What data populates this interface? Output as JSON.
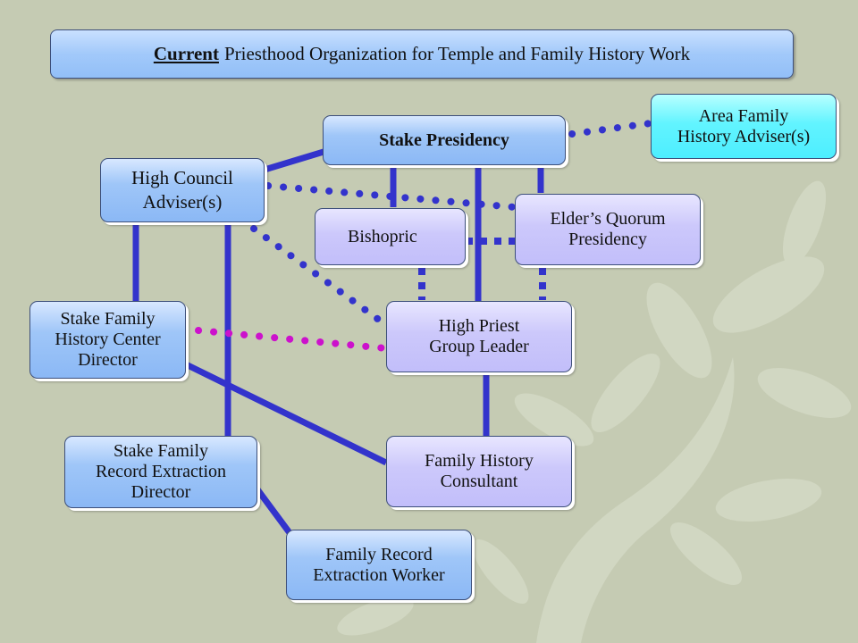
{
  "title": {
    "emphasis": "Current",
    "rest": "Priesthood Organization for Temple and Family History Work"
  },
  "colors": {
    "solid_connector": "#3333cc",
    "dotted_connector": "#3333cc",
    "center_dotted_connector": "#cc11cc",
    "box_blue": "#8bb8f5",
    "box_lavender": "#c2befa",
    "box_cyan": "#4deeff",
    "background": "#c5cbb3"
  },
  "boxes": {
    "stake_presidency": {
      "lines": [
        "Stake Presidency"
      ]
    },
    "area_adviser": {
      "lines": [
        "Area Family",
        "History Adviser(s)"
      ]
    },
    "high_council": {
      "lines": [
        "High Council",
        "Adviser(s)"
      ]
    },
    "bishopric": {
      "lines": [
        "Bishopric"
      ]
    },
    "elders_quorum": {
      "lines": [
        "Elder’s Quorum",
        "Presidency"
      ]
    },
    "fhc_director": {
      "lines": [
        "Stake Family",
        "History Center",
        "Director"
      ]
    },
    "hp_group_leader": {
      "lines": [
        "High Priest",
        "Group Leader"
      ]
    },
    "record_extraction_director": {
      "lines": [
        "Stake Family",
        "Record Extraction",
        "Director"
      ]
    },
    "fh_consultant": {
      "lines": [
        "Family History",
        "Consultant"
      ]
    },
    "extraction_worker": {
      "lines": [
        "Family Record",
        "Extraction Worker"
      ]
    }
  }
}
